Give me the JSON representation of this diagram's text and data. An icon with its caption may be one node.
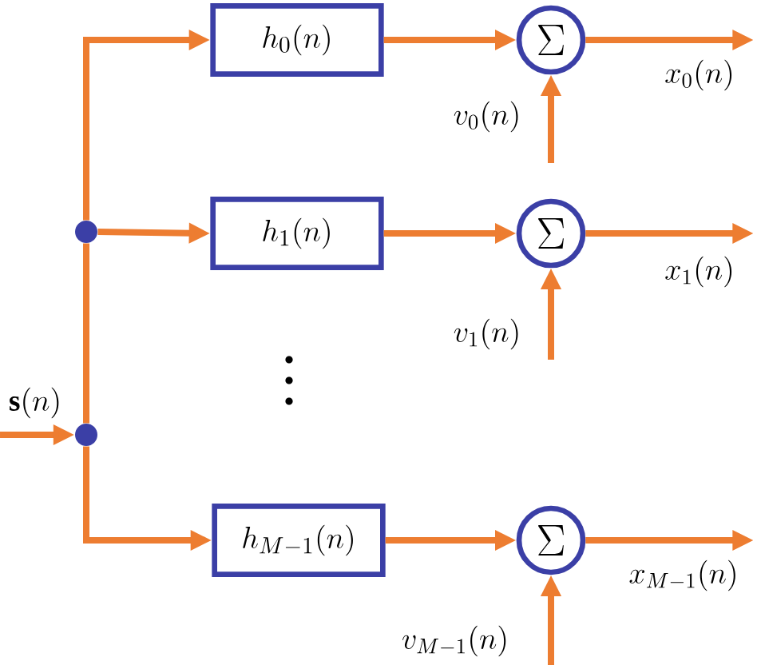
{
  "diagram": {
    "nodes": [
      {
        "text": [],
        "shape": "circle"
      },
      {
        "text": [],
        "shape": "circle"
      },
      {
        "text": [
          "h_0(n)"
        ]
      },
      {
        "text": [
          "\\Sigma"
        ]
      },
      {
        "text": [
          "h_1(n)"
        ]
      },
      {
        "text": [
          "\\Sigma"
        ]
      },
      {
        "text": [
          "h_{M-1}(n)"
        ]
      },
      {
        "text": [
          "\\Sigma"
        ]
      }
    ],
    "edges": [
      {
        "from": null,
        "to": 1,
        "arrow": "to",
        "label": "\\mathbf{s}(n)"
      },
      {
        "from": 1,
        "to": 0,
        "arrow": "none"
      },
      {
        "from": 0,
        "to": 2,
        "arrow": "to"
      },
      {
        "from": 0,
        "to": 4,
        "arrow": "to"
      },
      {
        "from": 1,
        "to": 6,
        "arrow": "to"
      },
      {
        "from": 2,
        "to": 3,
        "arrow": "to"
      },
      {
        "from": 4,
        "to": 5,
        "arrow": "to"
      },
      {
        "from": 6,
        "to": 7,
        "arrow": "to"
      },
      {
        "from": 3,
        "to": null,
        "arrow": "to",
        "label": "x_0(n)"
      },
      {
        "from": null,
        "to": 3,
        "arrow": "to",
        "label": "v_0(n)"
      },
      {
        "from": 5,
        "to": null,
        "arrow": "to",
        "label": "x_1(n)"
      },
      {
        "from": null,
        "to": 5,
        "arrow": "to",
        "label": "v_1(n)"
      },
      {
        "from": 7,
        "to": null,
        "arrow": "to",
        "label": "x_{M-1}(n)"
      },
      {
        "from": null,
        "to": 7,
        "arrow": "to",
        "label": "v_{M-1}(n)"
      }
    ]
  }
}
